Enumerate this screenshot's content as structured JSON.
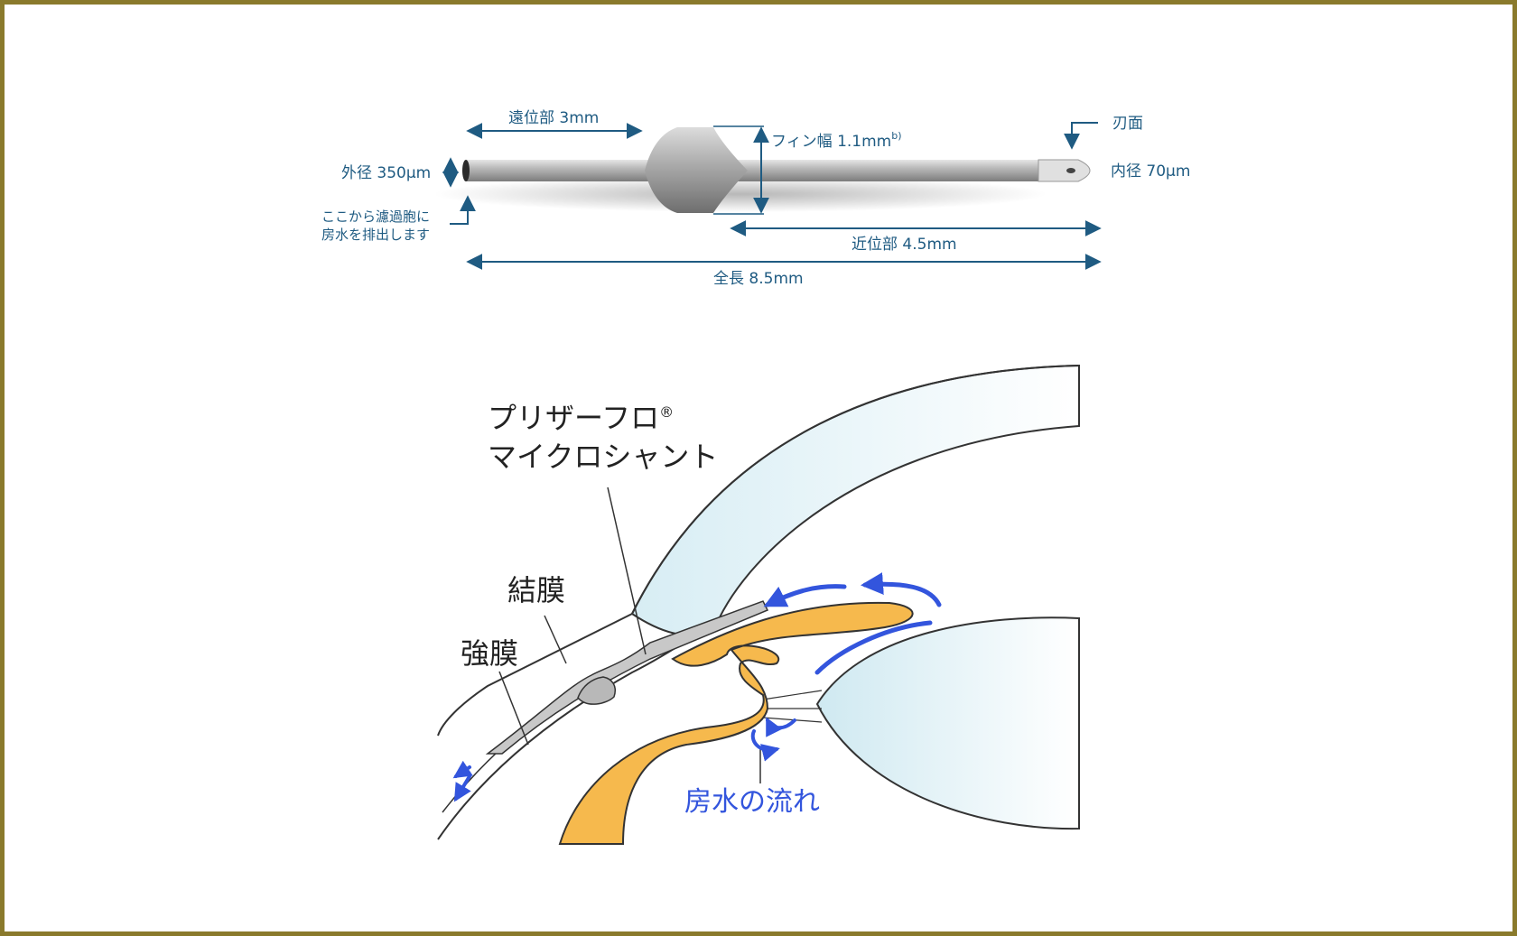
{
  "shunt_diagram": {
    "distal": "遠位部 3mm",
    "fin_width": "フィン幅 1.1mm",
    "fin_width_sup": "b)",
    "blade_face": "刃面",
    "outer_diameter": "外径 350µm",
    "inner_diameter": "内径 70µm",
    "drain_note_line1": "ここから濾過胞に",
    "drain_note_line2": "房水を排出します",
    "proximal": "近位部 4.5mm",
    "total_length": "全長 8.5mm"
  },
  "eye_diagram": {
    "device_name_line1": "プリザーフロ",
    "device_name_reg": "®",
    "device_name_line2": "マイクロシャント",
    "conjunctiva": "結膜",
    "sclera": "強膜",
    "aqueous_flow": "房水の流れ"
  },
  "colors": {
    "frame": "#8a7a2c",
    "dimension": "#1f5b82",
    "iris": "#f6b94d",
    "flow_arrow": "#3355dd",
    "cornea": "#dff0f6",
    "shunt": "#c8c8c8"
  }
}
